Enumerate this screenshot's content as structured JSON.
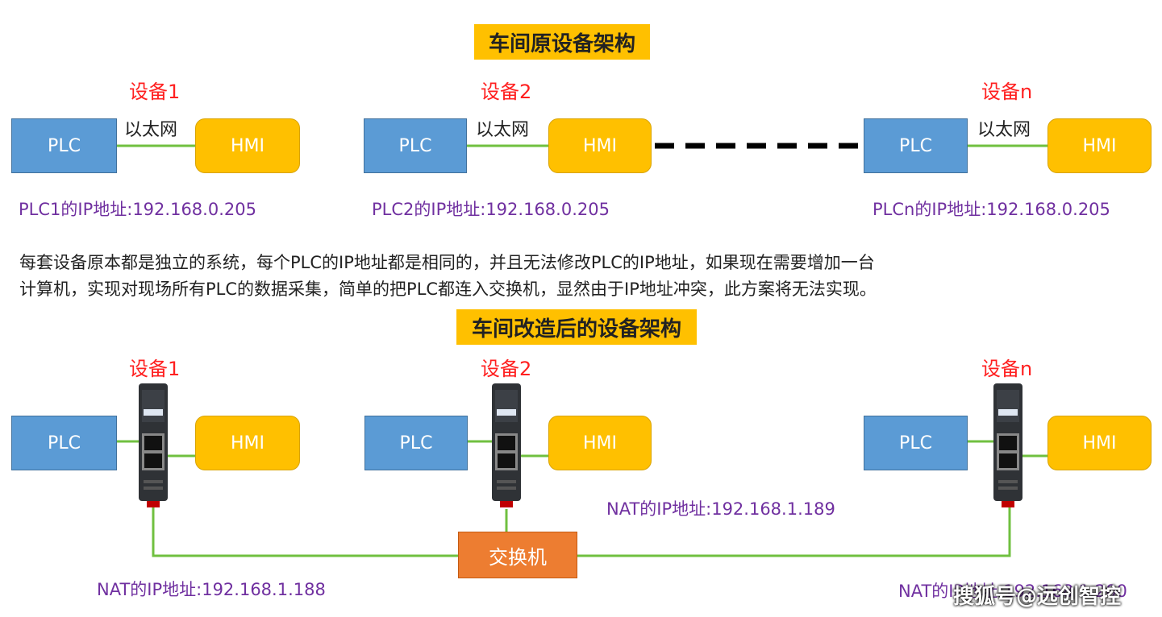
{
  "top": {
    "title": "车间原设备架构",
    "units": [
      {
        "device": "设备1",
        "plc": "PLC",
        "hmi": "HMI",
        "link": "以太网",
        "ip": "PLC1的IP地址:192.168.0.205"
      },
      {
        "device": "设备2",
        "plc": "PLC",
        "hmi": "HMI",
        "link": "以太网",
        "ip": "PLC2的IP地址:192.168.0.205"
      },
      {
        "device": "设备n",
        "plc": "PLC",
        "hmi": "HMI",
        "link": "以太网",
        "ip": "PLCn的IP地址:192.168.0.205"
      }
    ]
  },
  "description": {
    "line1": "每套设备原本都是独立的系统，每个PLC的IP地址都是相同的，并且无法修改PLC的IP地址，如果现在需要增加一台",
    "line2": "计算机，实现对现场所有PLC的数据采集，简单的把PLC都连入交换机，显然由于IP地址冲突，此方案将无法实现。"
  },
  "bottom": {
    "title": "车间改造后的设备架构",
    "units": [
      {
        "device": "设备1",
        "plc": "PLC",
        "hmi": "HMI"
      },
      {
        "device": "设备2",
        "plc": "PLC",
        "hmi": "HMI"
      },
      {
        "device": "设备n",
        "plc": "PLC",
        "hmi": "HMI"
      }
    ],
    "switch": "交换机",
    "nat_ip_1": "NAT的IP地址:192.168.1.188",
    "nat_ip_2": "NAT的IP地址:192.168.1.189",
    "nat_ip_n": "NAT的IP地址:192.168.1.200"
  },
  "watermark": "搜狐号@远创智控",
  "colors": {
    "plc": "#5b9bd5",
    "hmi": "#ffc000",
    "switch": "#ed7d31",
    "wire": "#70c040",
    "ip_text": "#7030a0",
    "device_label": "#ff2020"
  }
}
